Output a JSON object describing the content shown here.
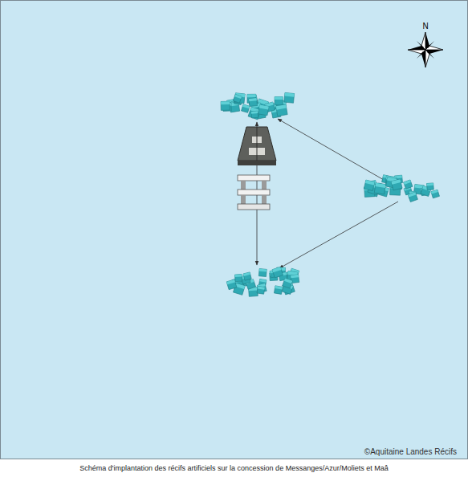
{
  "diagram": {
    "caption": "Schéma d'implantation des récifs artificiels sur la concession de Messanges/Azur/Moliets et Maâ",
    "labels": [
      "N",
      "©Aquitaine Landes Récifs"
    ]
  }
}
